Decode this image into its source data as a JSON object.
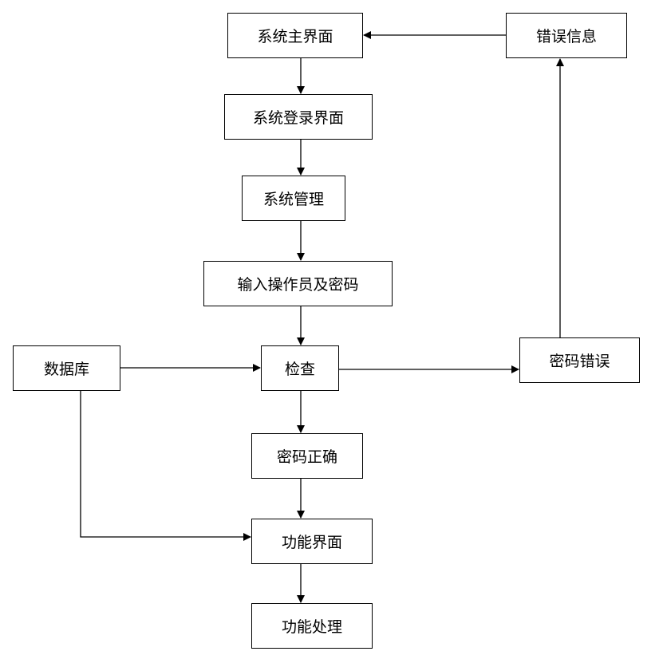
{
  "nodes": {
    "main_ui": "系统主界面",
    "login_ui": "系统登录界面",
    "system_manage": "系统管理",
    "input_operator": "输入操作员及密码",
    "check": "检查",
    "database": "数据库",
    "password_wrong": "密码错误",
    "error_info": "错误信息",
    "password_correct": "密码正确",
    "function_ui": "功能界面",
    "function_process": "功能处理"
  },
  "colors": {
    "line": "#000000",
    "box_border": "#000000",
    "background": "#ffffff"
  }
}
